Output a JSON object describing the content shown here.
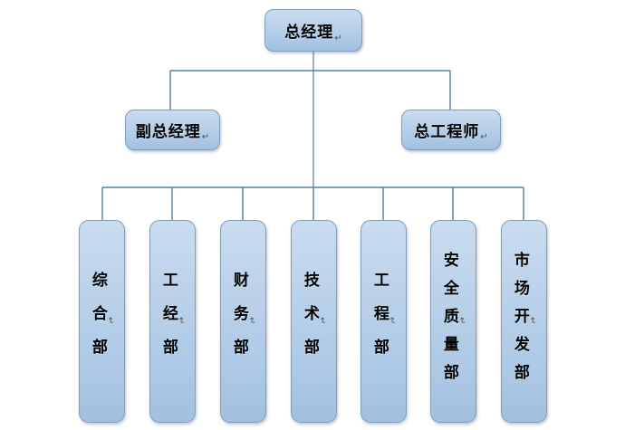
{
  "diagram": {
    "type": "organization-chart",
    "title_text": "",
    "paragraph_mark": "↵",
    "style": {
      "box_fill_top": "#c9dcf0",
      "box_fill_bottom": "#a2bfe0",
      "box_border": "#7f9dc0",
      "connector_color": "#5b7ca6",
      "text_color": "#000000",
      "background": "#ffffff"
    },
    "levels": [
      {
        "level": 1,
        "nodes": [
          {
            "id": "gm",
            "label": "总经理",
            "orientation": "horizontal"
          }
        ]
      },
      {
        "level": 2,
        "nodes": [
          {
            "id": "deputy-gm",
            "label": "副总经理",
            "orientation": "horizontal"
          },
          {
            "id": "chief-engineer",
            "label": "总工程师",
            "orientation": "horizontal"
          }
        ]
      },
      {
        "level": 3,
        "nodes": [
          {
            "id": "dept-general",
            "label": "综合部",
            "orientation": "vertical",
            "chars": 3
          },
          {
            "id": "dept-engineering-economics",
            "label": "工经部",
            "orientation": "vertical",
            "chars": 3
          },
          {
            "id": "dept-finance",
            "label": "财务部",
            "orientation": "vertical",
            "chars": 3
          },
          {
            "id": "dept-technology",
            "label": "技术部",
            "orientation": "vertical",
            "chars": 3
          },
          {
            "id": "dept-project",
            "label": "工程部",
            "orientation": "vertical",
            "chars": 3
          },
          {
            "id": "dept-safety-quality",
            "label": "安全质量部",
            "orientation": "vertical",
            "chars": 5
          },
          {
            "id": "dept-market-development",
            "label": "市场开发部",
            "orientation": "vertical",
            "chars": 5
          }
        ]
      }
    ]
  }
}
